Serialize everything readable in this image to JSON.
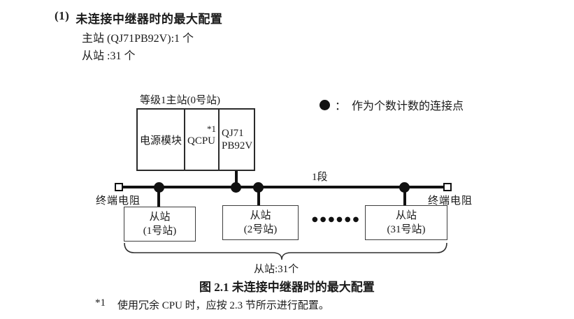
{
  "header": {
    "heading_number": "(1)",
    "heading_text": "未连接中继器时的最大配置",
    "master_count_line": "主站 (QJ71PB92V):1 个",
    "slave_count_line": "从站 :31 个"
  },
  "legend": {
    "dot_color": "#111111",
    "text": "：  作为个数计数的连接点"
  },
  "diagram": {
    "master_label": "等级1主站(0号站)",
    "master_modules": {
      "power": "电源模块",
      "cpu": "QCPU",
      "cpu_note": "*1",
      "pb92v_line1": "QJ71",
      "pb92v_line2": "PB92V"
    },
    "segment_label": "1段",
    "terminator_left_label": "终端电阻",
    "terminator_right_label": "终端电阻",
    "slaves": [
      {
        "line1": "从站",
        "line2": "(1号站)"
      },
      {
        "line1": "从站",
        "line2": "(2号站)"
      },
      {
        "line1": "从站",
        "line2": "(31号站)"
      }
    ],
    "ellipsis": "●●●●●●",
    "brace_label": "从站:31个"
  },
  "caption": "图 2.1 未连接中继器时的最大配置",
  "footnote": {
    "marker": "*1",
    "text": "使用冗余 CPU 时，应按 2.3 节所示进行配置。"
  }
}
